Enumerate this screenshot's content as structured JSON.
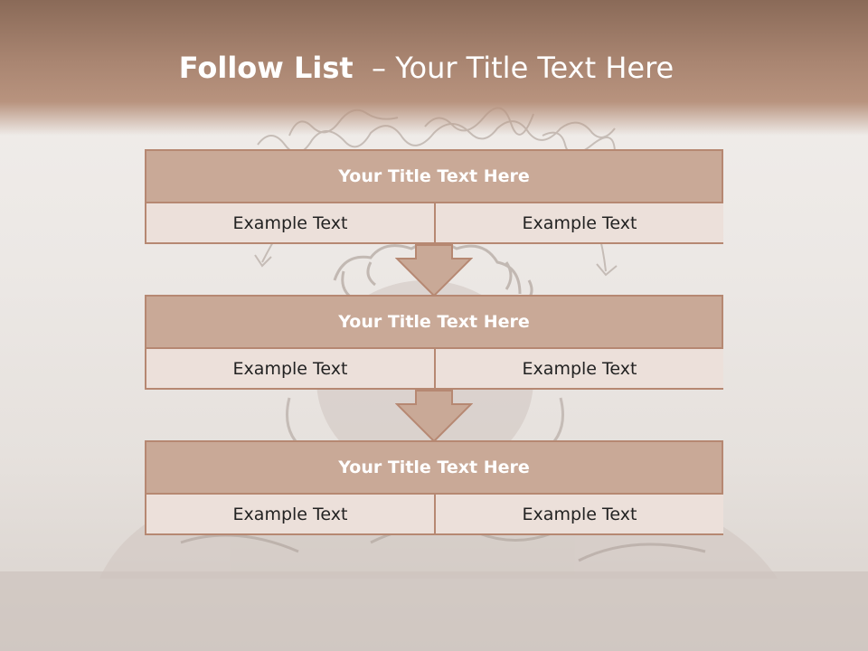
{
  "slide": {
    "title_bold": "Follow List",
    "title_rest": "  – Your Title Text Here"
  },
  "boxes": [
    {
      "title": "Your Title Text Here",
      "left": "Example Text",
      "right": "Example Text"
    },
    {
      "title": "Your Title Text Here",
      "left": "Example Text",
      "right": "Example Text"
    },
    {
      "title": "Your Title Text Here",
      "left": "Example Text",
      "right": "Example Text"
    }
  ],
  "colors": {
    "header_fill": "#c9a997",
    "border": "#b68872",
    "cell_fill": "#ece0da",
    "title_bar": "#a98571"
  }
}
